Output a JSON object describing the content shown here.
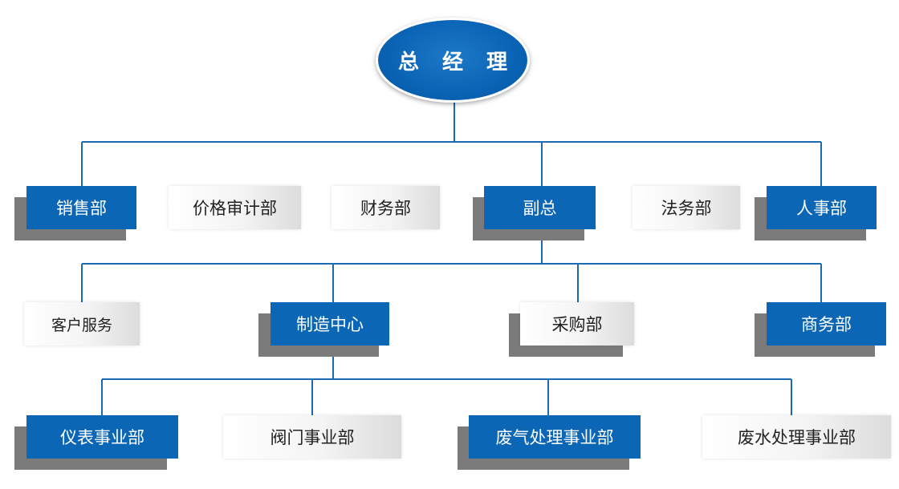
{
  "root": {
    "label": "总 经 理"
  },
  "level1": {
    "sales": "销售部",
    "price_audit": "价格审计部",
    "finance": "财务部",
    "deputy_gm": "副总",
    "legal": "法务部",
    "hr": "人事部"
  },
  "level2": {
    "customer_service": "客户服务",
    "manufacturing_center": "制造中心",
    "procurement": "采购部",
    "business_affairs": "商务部"
  },
  "level3": {
    "instrument_division": "仪表事业部",
    "valve_division": "阀门事业部",
    "waste_gas_division": "废气处理事业部",
    "waste_water_division": "废水处理事业部"
  },
  "colors": {
    "box_blue": "#0c66b6",
    "connector": "#1b6ab4",
    "shadow_gray": "#7b7b7b"
  }
}
